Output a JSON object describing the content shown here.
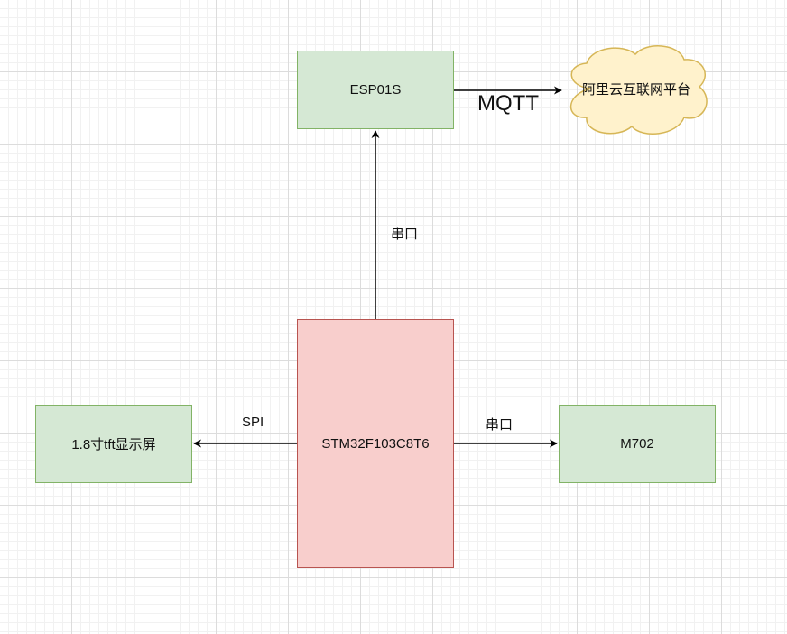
{
  "diagram": {
    "nodes": {
      "esp01s": {
        "label": "ESP01S",
        "fill": "#d5e8d4",
        "stroke": "#82b366"
      },
      "stm32": {
        "label": "STM32F103C8T6",
        "fill": "#f8cecc",
        "stroke": "#b85450"
      },
      "tft": {
        "label": "1.8寸tft显示屏",
        "fill": "#d5e8d4",
        "stroke": "#82b366"
      },
      "m702": {
        "label": "M702",
        "fill": "#d5e8d4",
        "stroke": "#82b366"
      },
      "cloud": {
        "label": "阿里云互联网平台",
        "shape": "cloud",
        "fill": "#fff2cc",
        "stroke": "#d6b656"
      }
    },
    "edges": [
      {
        "from": "stm32",
        "to": "esp01s",
        "label": "串口"
      },
      {
        "from": "esp01s",
        "to": "cloud",
        "label": "MQTT"
      },
      {
        "from": "stm32",
        "to": "tft",
        "label": "SPI"
      },
      {
        "from": "stm32",
        "to": "m702",
        "label": "串口"
      }
    ]
  }
}
